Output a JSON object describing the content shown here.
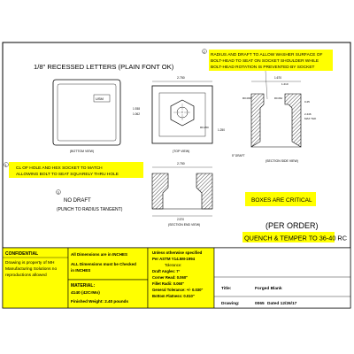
{
  "labels": {
    "recessed_letters": "1/8\" RECESSED LETTERS (PLAIN FONT OK)",
    "usm": "USM",
    "bottom_view": "(BOTTOM VIEW)",
    "top_view": "(TOP VIEW)",
    "section_side_view": "(SECTION SIDE VIEW)",
    "section_end_view": "(SECTION END VIEW)",
    "radius_note_1": "RADIUS AND DRAFT TO ALLOW WASHER SURFACE OF",
    "radius_note_2": "BOLT-HEAD TO SEAT ON SOCKET SHOULDER WHILE",
    "radius_note_3": "BOLT-HEAD ROTATION IS PREVENTED BY SOCKET",
    "cl_note_1": "CL OF HOLE AND HEX SOCKET TO MATCH",
    "cl_note_2": "ALLOWING BOLT TO SEAT SQUARELY THRU HOLE",
    "no_draft": "NO DRAFT",
    "punch_note": "(PUNCH TO RADIUS TANGENT)",
    "boxes_critical": "BOXES ARE CRITICAL",
    "per_order": "(PER ORDER)",
    "quench": "QUENCH & TEMPER TO 36-40 RC",
    "draft_5": "5° DRAFT",
    "max_thk": "MAX THK",
    "callout_2": "2",
    "callout_3": "3",
    "callout_1": "1"
  },
  "dims": {
    "top_width": "2.750",
    "top_height": "1.938",
    "top_offset": "1.250",
    "top_left": "1.062",
    "top_r": "R0.250",
    "side_width": "1.670",
    "side_top": "1.210",
    "side_r060": "R0.060",
    "side_thk": "2.446",
    "side_r1": "R0.062",
    "side_right": "0.25",
    "end_width": "2.750",
    "end_bottom": "2.570"
  },
  "title_block": {
    "confidential": "CONFIDENTIAL",
    "prop_1": "Drawing is property of MH",
    "prop_2": "Manufacturing Solutions no",
    "prop_3": "reproductions allowed",
    "dims_inches": "All Dimensions are in INCHES",
    "dims_checked_1": "ALL Dimensions must be Checked",
    "dims_checked_2": "in INCHES",
    "material_label": "MATERIAL:",
    "material_value": "4140 (42CrMo)",
    "finished_weight": "Finished Weight: 2.40 pounds",
    "unless_1": "Unless otherwise specified",
    "unless_2": "Per ASTM Y14.5M-1994",
    "tolerance_label": "Tolerance:",
    "draft_angles": "Draft Angles: 7°",
    "corner_reads": "Corner Read: 0.060\"",
    "fillet_radii": "Fillet Radii: 0.060\"",
    "general_tol": "General Tolerance: +/- 0.030\"",
    "bottom_flat": "Bottom Flatness: 0.010\"",
    "title_label": "Title:",
    "title_value": "Forged Blank",
    "drawing_label": "Drawing:",
    "drawing_value": "0065",
    "dated": "Dated 12/26/17"
  },
  "colors": {
    "yellow": "#ffff00",
    "line": "#000000",
    "hatch": "#333333"
  }
}
